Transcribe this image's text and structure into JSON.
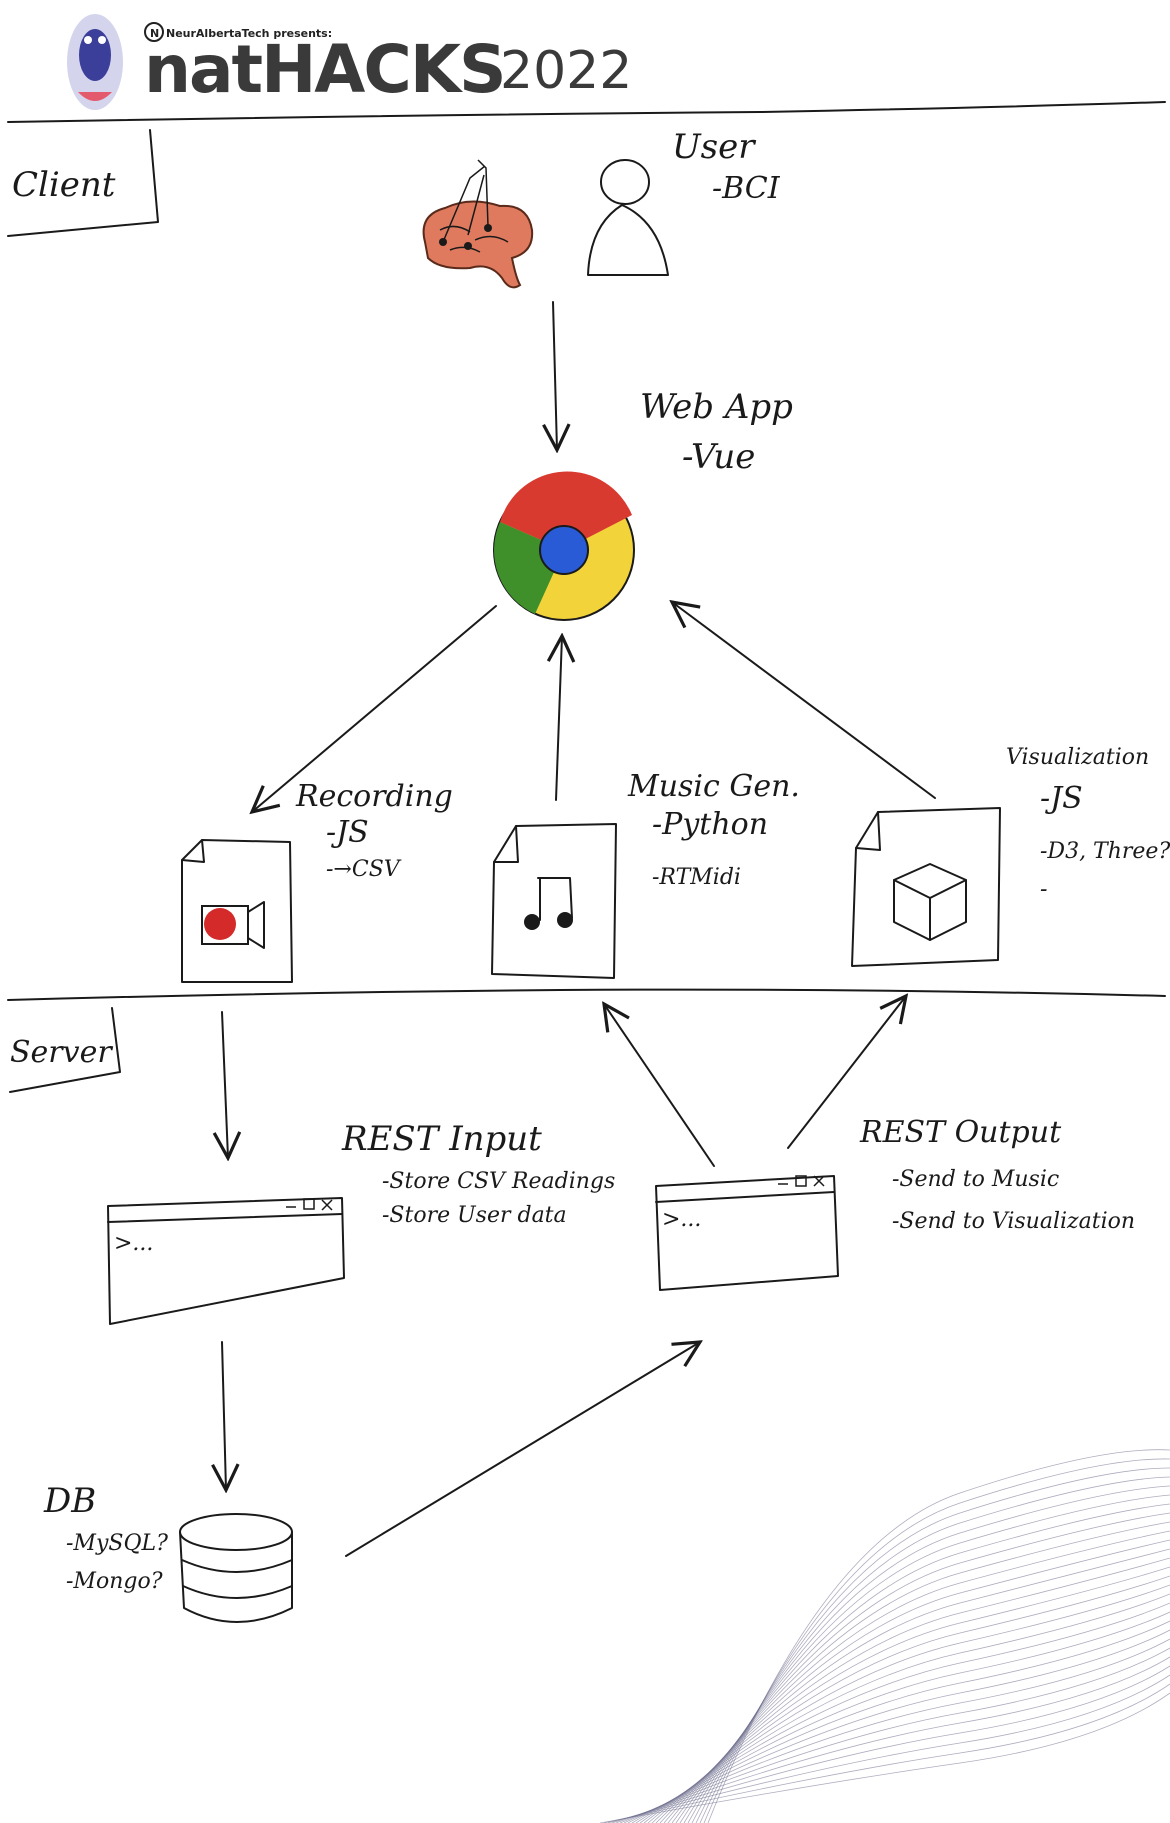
{
  "header": {
    "presenter": "NeurAlbertaTech presents:",
    "event": "natHACKS",
    "year": "2022"
  },
  "sections": {
    "client": "Client",
    "server": "Server"
  },
  "user": {
    "title": "User",
    "detail": "-BCI"
  },
  "webapp": {
    "title": "Web App",
    "detail": "-Vue"
  },
  "recording": {
    "title": "Recording",
    "lines": [
      "-JS",
      "-→CSV"
    ]
  },
  "music": {
    "title": "Music Gen.",
    "lines": [
      "-Python",
      "-RTMidi"
    ]
  },
  "visualization": {
    "title": "Visualization",
    "lines": [
      "-JS",
      "-D3, Three?",
      "-"
    ]
  },
  "rest_input": {
    "title": "REST Input",
    "lines": [
      "-Store CSV Readings",
      "-Store User data"
    ],
    "prompt": ">..."
  },
  "rest_output": {
    "title": "REST Output",
    "lines": [
      "-Send to Music",
      "-Send to Visualization"
    ],
    "prompt": ">..."
  },
  "db": {
    "title": "DB",
    "lines": [
      "-MySQL?",
      "-Mongo?"
    ]
  },
  "colors": {
    "brain": "#e07a5f",
    "chrome_red": "#d93a30",
    "chrome_green": "#3f8f2b",
    "chrome_yellow": "#f2d43a",
    "chrome_blue": "#2a5bd7",
    "record_red": "#d42a2a",
    "wave": "#6a6a8a"
  }
}
